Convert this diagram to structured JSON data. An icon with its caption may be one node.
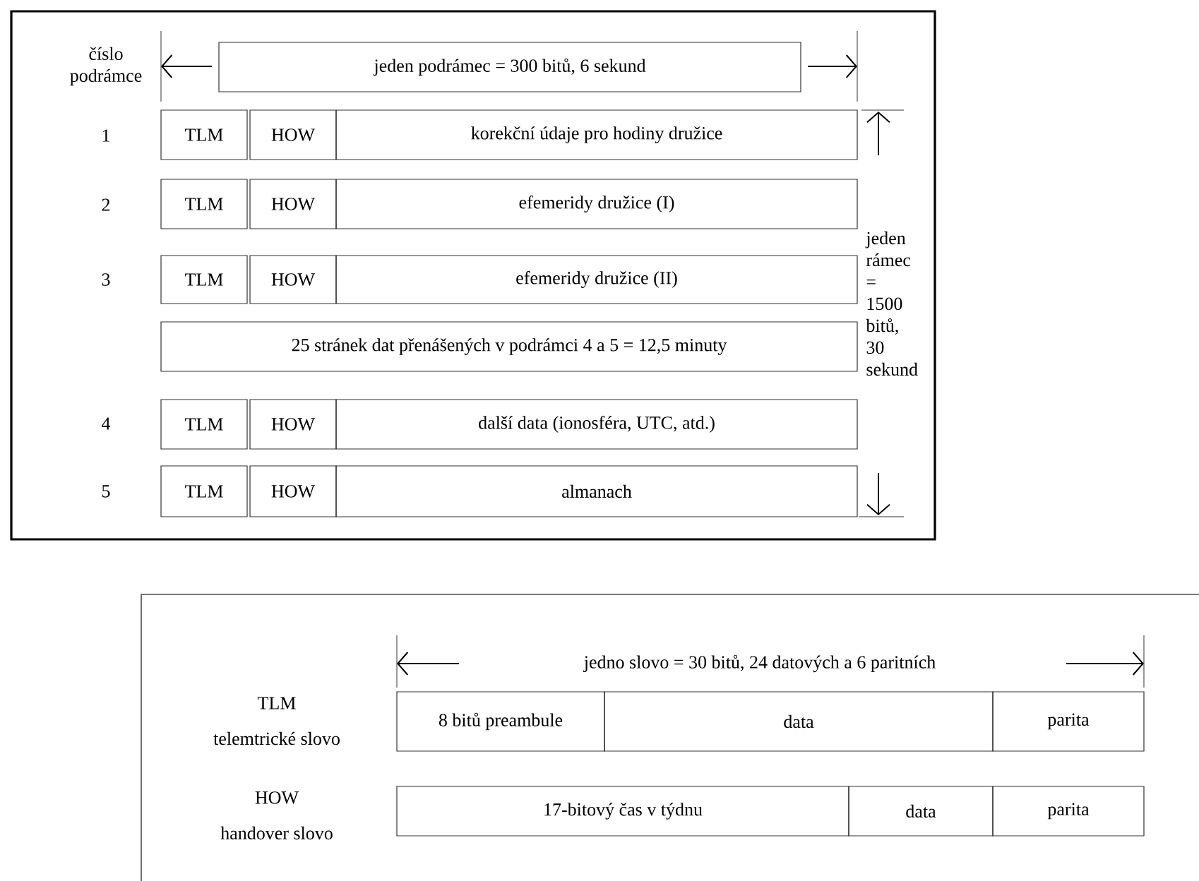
{
  "diagram": {
    "nodes": [
      {
        "text": [
          "jeden podrámec = 300 bitů, 6 sekund"
        ]
      },
      {
        "text": [
          "TLM"
        ]
      },
      {
        "text": [
          "HOW"
        ]
      },
      {
        "text": [
          "korekční údaje pro hodiny družice"
        ]
      },
      {
        "text": [
          "TLM"
        ]
      },
      {
        "text": [
          "HOW"
        ]
      },
      {
        "text": [
          "efemeridy družice (I)"
        ]
      },
      {
        "text": [
          "TLM"
        ]
      },
      {
        "text": [
          "HOW"
        ]
      },
      {
        "text": [
          "efemeridy družice (II)"
        ]
      },
      {
        "text": [
          "25 stránek dat přenášených v podrámci 4 a 5 = 12,5 minuty"
        ]
      },
      {
        "text": [
          "TLM"
        ]
      },
      {
        "text": [
          "HOW"
        ]
      },
      {
        "text": [
          "další data (ionosféra, UTC, atd.)"
        ]
      },
      {
        "text": [
          "TLM"
        ]
      },
      {
        "text": [
          "HOW"
        ]
      },
      {
        "text": [
          "almanach"
        ]
      },
      {
        "text": [
          "8 bitů preambule"
        ]
      },
      {
        "text": [
          "data"
        ]
      },
      {
        "text": [
          "parita"
        ]
      },
      {
        "text": [
          "17-bitový čas v týdnu"
        ]
      },
      {
        "text": [
          "data"
        ]
      },
      {
        "text": [
          "parita"
        ]
      }
    ],
    "labels": [
      "číslo podrámce",
      "1",
      "2",
      "3",
      "jeden rámec = 1500 bitů, 30 sekund",
      "4",
      "5",
      "jedno slovo = 30 bitů, 24 datových a 6 paritních",
      "TLM",
      "telemtrické slovo",
      "HOW",
      "handover slovo"
    ]
  }
}
